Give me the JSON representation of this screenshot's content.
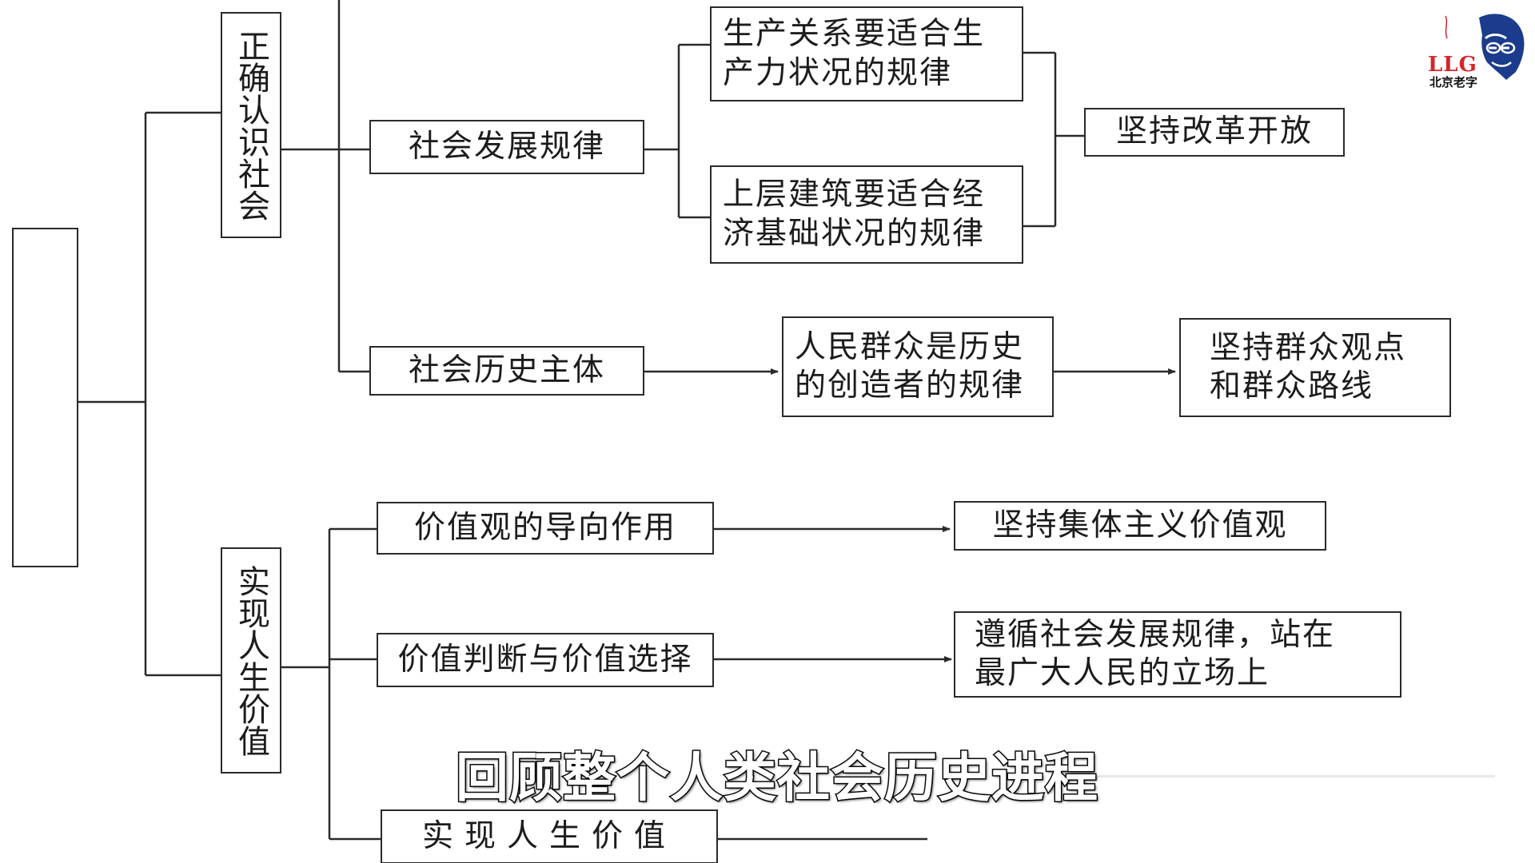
{
  "nodes": {
    "root": "",
    "section1": "正确认识社会",
    "section2": "实现人生价值",
    "law_social_dev": "社会发展规律",
    "law_production": "生产关系要适合生\n产力状况的规律",
    "law_superstructure": "上层建筑要适合经\n济基础状况的规律",
    "reform_opening": "坚持改革开放",
    "history_subject": "社会历史主体",
    "masses_law": "人民群众是历史\n的创造者的规律",
    "mass_line": "坚持群众观点\n和群众路线",
    "values_guidance": "价值观的导向作用",
    "collectivism": "坚持集体主义价值观",
    "value_judgment": "价值判断与价值选择",
    "follow_laws": "遵循社会发展规律，站在\n最广大人民的立场上",
    "realize_value": "实现人生价值"
  },
  "subtitle": "回顾整个人类社会历史进程",
  "logo": {
    "abbr": "LLG",
    "caption": "北京老字",
    "icon": "portrait-logo-icon",
    "accent": "#d4262b"
  }
}
